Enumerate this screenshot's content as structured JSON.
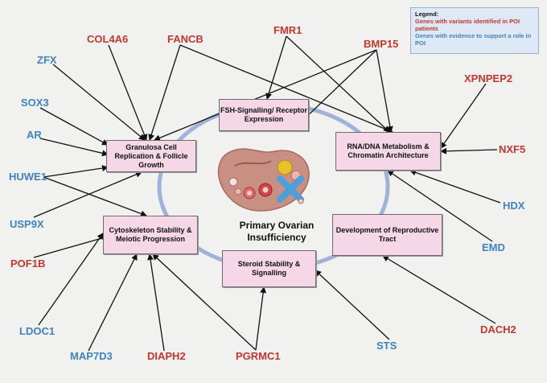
{
  "legend": {
    "title": "Legend:",
    "red_text": "Genes with variants identified in POI patients",
    "blue_text": "Genes with evidence to support a role in POI"
  },
  "colors": {
    "red": "#c2372f",
    "blue": "#3f82bf",
    "box_fill": "#f5d7e8",
    "ring": "#9fb3da"
  },
  "center_label": "Primary Ovarian Insufficiency",
  "boxes": [
    {
      "id": "granulosa",
      "label": "Granulosa Cell Replication & Follicle Growth"
    },
    {
      "id": "fsh",
      "label": "FSH-Signalling/ Receptor Expression"
    },
    {
      "id": "rna",
      "label": "RNA/DNA Metabolism & Chromatin Architecture"
    },
    {
      "id": "cyto",
      "label": "Cytoskeleton Stability & Meiotic Progression"
    },
    {
      "id": "dev",
      "label": "Development of Reproductive Tract"
    },
    {
      "id": "steroid",
      "label": "Steroid Stability & Signalling"
    }
  ],
  "genes": [
    {
      "id": "COL4A6",
      "label": "COL4A6",
      "color": "red"
    },
    {
      "id": "FANCB",
      "label": "FANCB",
      "color": "red"
    },
    {
      "id": "FMR1",
      "label": "FMR1",
      "color": "red"
    },
    {
      "id": "BMP15",
      "label": "BMP15",
      "color": "red"
    },
    {
      "id": "XPNPEP2",
      "label": "XPNPEP2",
      "color": "red"
    },
    {
      "id": "NXF5",
      "label": "NXF5",
      "color": "red"
    },
    {
      "id": "POF1B",
      "label": "POF1B",
      "color": "red"
    },
    {
      "id": "DIAPH2",
      "label": "DIAPH2",
      "color": "red"
    },
    {
      "id": "PGRMC1",
      "label": "PGRMC1",
      "color": "red"
    },
    {
      "id": "DACH2",
      "label": "DACH2",
      "color": "red"
    },
    {
      "id": "ZFX",
      "label": "ZFX",
      "color": "blue"
    },
    {
      "id": "SOX3",
      "label": "SOX3",
      "color": "blue"
    },
    {
      "id": "AR",
      "label": "AR",
      "color": "blue"
    },
    {
      "id": "HUWE1",
      "label": "HUWE1",
      "color": "blue"
    },
    {
      "id": "USP9X",
      "label": "USP9X",
      "color": "blue"
    },
    {
      "id": "LDOC1",
      "label": "LDOC1",
      "color": "blue"
    },
    {
      "id": "MAP7D3",
      "label": "MAP7D3",
      "color": "blue"
    },
    {
      "id": "HDX",
      "label": "HDX",
      "color": "blue"
    },
    {
      "id": "EMD",
      "label": "EMD",
      "color": "blue"
    },
    {
      "id": "STS",
      "label": "STS",
      "color": "blue"
    }
  ],
  "connections": [
    {
      "from": "ZFX",
      "to": "granulosa"
    },
    {
      "from": "COL4A6",
      "to": "granulosa"
    },
    {
      "from": "FANCB",
      "to": "granulosa"
    },
    {
      "from": "SOX3",
      "to": "granulosa"
    },
    {
      "from": "AR",
      "to": "granulosa"
    },
    {
      "from": "HUWE1",
      "to": "granulosa"
    },
    {
      "from": "USP9X",
      "to": "granulosa"
    },
    {
      "from": "BMP15",
      "to": "granulosa"
    },
    {
      "from": "FMR1",
      "to": "fsh"
    },
    {
      "from": "BMP15",
      "to": "fsh"
    },
    {
      "from": "FMR1",
      "to": "rna"
    },
    {
      "from": "BMP15",
      "to": "rna"
    },
    {
      "from": "FANCB",
      "to": "rna"
    },
    {
      "from": "XPNPEP2",
      "to": "rna"
    },
    {
      "from": "NXF5",
      "to": "rna"
    },
    {
      "from": "HDX",
      "to": "rna"
    },
    {
      "from": "EMD",
      "to": "rna"
    },
    {
      "from": "HUWE1",
      "to": "cyto"
    },
    {
      "from": "POF1B",
      "to": "cyto"
    },
    {
      "from": "LDOC1",
      "to": "cyto"
    },
    {
      "from": "MAP7D3",
      "to": "cyto"
    },
    {
      "from": "DIAPH2",
      "to": "cyto"
    },
    {
      "from": "PGRMC1",
      "to": "cyto"
    },
    {
      "from": "PGRMC1",
      "to": "steroid"
    },
    {
      "from": "STS",
      "to": "steroid"
    },
    {
      "from": "DACH2",
      "to": "dev"
    }
  ]
}
